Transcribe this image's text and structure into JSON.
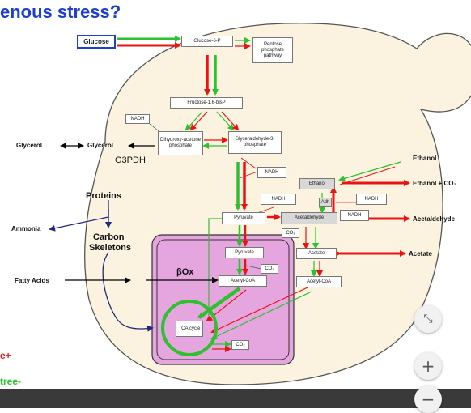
{
  "title": "enous stress?",
  "legend": {
    "red": "e+",
    "green": "tree-"
  },
  "colors": {
    "red": "#e81414",
    "green": "#2ec02e",
    "blue": "#1d3fcc",
    "cell": "#fbf3df",
    "mito": "#e5a6df"
  },
  "boxes": {
    "glucose": "Glucose",
    "g6p": "Glucose-6-P",
    "ppp": "Pentose phosphate pathway",
    "f16bp": "Fructose-1,6-bisP",
    "nadh1": "NADH",
    "dhap": "Dihydroxy-acetone phosphate",
    "g3p": "Glyceraldehyde-3-phosphate",
    "nadh2": "NADH",
    "ethanol": "Ethanol",
    "nadh3": "NADH",
    "adh": "Adh",
    "nadh4": "NADH",
    "pyruvate": "Pyruvate",
    "acetaldehyde": "Acetaldehyde",
    "co2a": "CO₂",
    "nadh5": "NADH",
    "acetate": "Acetate",
    "pyr_mito": "Pyruvate",
    "co2b": "CO₂",
    "acetylcoa_mito": "Acetyl-CoA",
    "acetylcoa_cyto": "Acetyl-CoA",
    "tca": "TCA cycle",
    "co2c": "CO₂"
  },
  "labels": {
    "glycerol_out": "Glycerol",
    "glycerol_in": "Glycerol",
    "g3pdh": "G3PDH",
    "proteins": "Proteins",
    "ammonia": "Ammonia",
    "carbon": "Carbon",
    "skeletons": "Skeletons",
    "fatty": "Fatty Acids",
    "box": "βOx",
    "ethanol_out": "Ethanol",
    "ethanol_co2": "Ethanol + CO₂",
    "acetaldehyde_out": "Acetaldehyde",
    "acetate_out": "Acetate"
  },
  "controls": {
    "fit": "⤡",
    "zoom_in": "+",
    "zoom_out": "−"
  }
}
